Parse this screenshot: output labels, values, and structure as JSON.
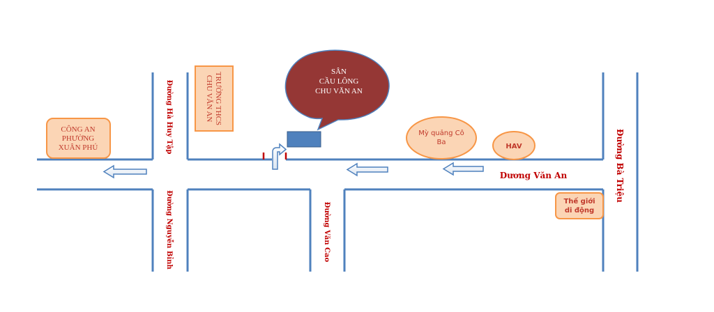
{
  "streets": {
    "ha_huy_tap": "Đường Hà Huy Tập",
    "nguyen_binh": "Đường Nguyễn Bỉnh",
    "van_cao": "Đường Văn Cao",
    "ba_trieu": "Đường Bà Triệu",
    "van_an": "Dương Văn An"
  },
  "landmarks": {
    "police": {
      "lines": [
        "CÔNG AN",
        "PHƯỜNG",
        "XUÂN PHÚ"
      ],
      "fill": "#fbd5b5",
      "stroke": "#f79646"
    },
    "school": {
      "lines": [
        "TRƯỜNG THCS",
        "CHU VĂN AN"
      ],
      "fill": "#fbd5b5",
      "stroke": "#f79646"
    },
    "my_quang": {
      "lines": [
        "Mỳ quảng Cô",
        "Ba"
      ],
      "fill": "#fbd5b5",
      "stroke": "#f79646"
    },
    "hav": {
      "label": "HAV",
      "fill": "#fbd5b5",
      "stroke": "#f79646"
    },
    "the_gioi": {
      "lines": [
        "Thế giới",
        "di động"
      ],
      "fill": "#fbd5b5",
      "stroke": "#f79646"
    }
  },
  "venue": {
    "lines": [
      "SÂN",
      "CẦU LÔNG",
      "CHU VĂN AN"
    ],
    "fill": "#953735",
    "stroke": "#4f81bd"
  },
  "colors": {
    "road": "#4f81bd",
    "marker": "#4f81bd",
    "gate": "#c00000"
  }
}
